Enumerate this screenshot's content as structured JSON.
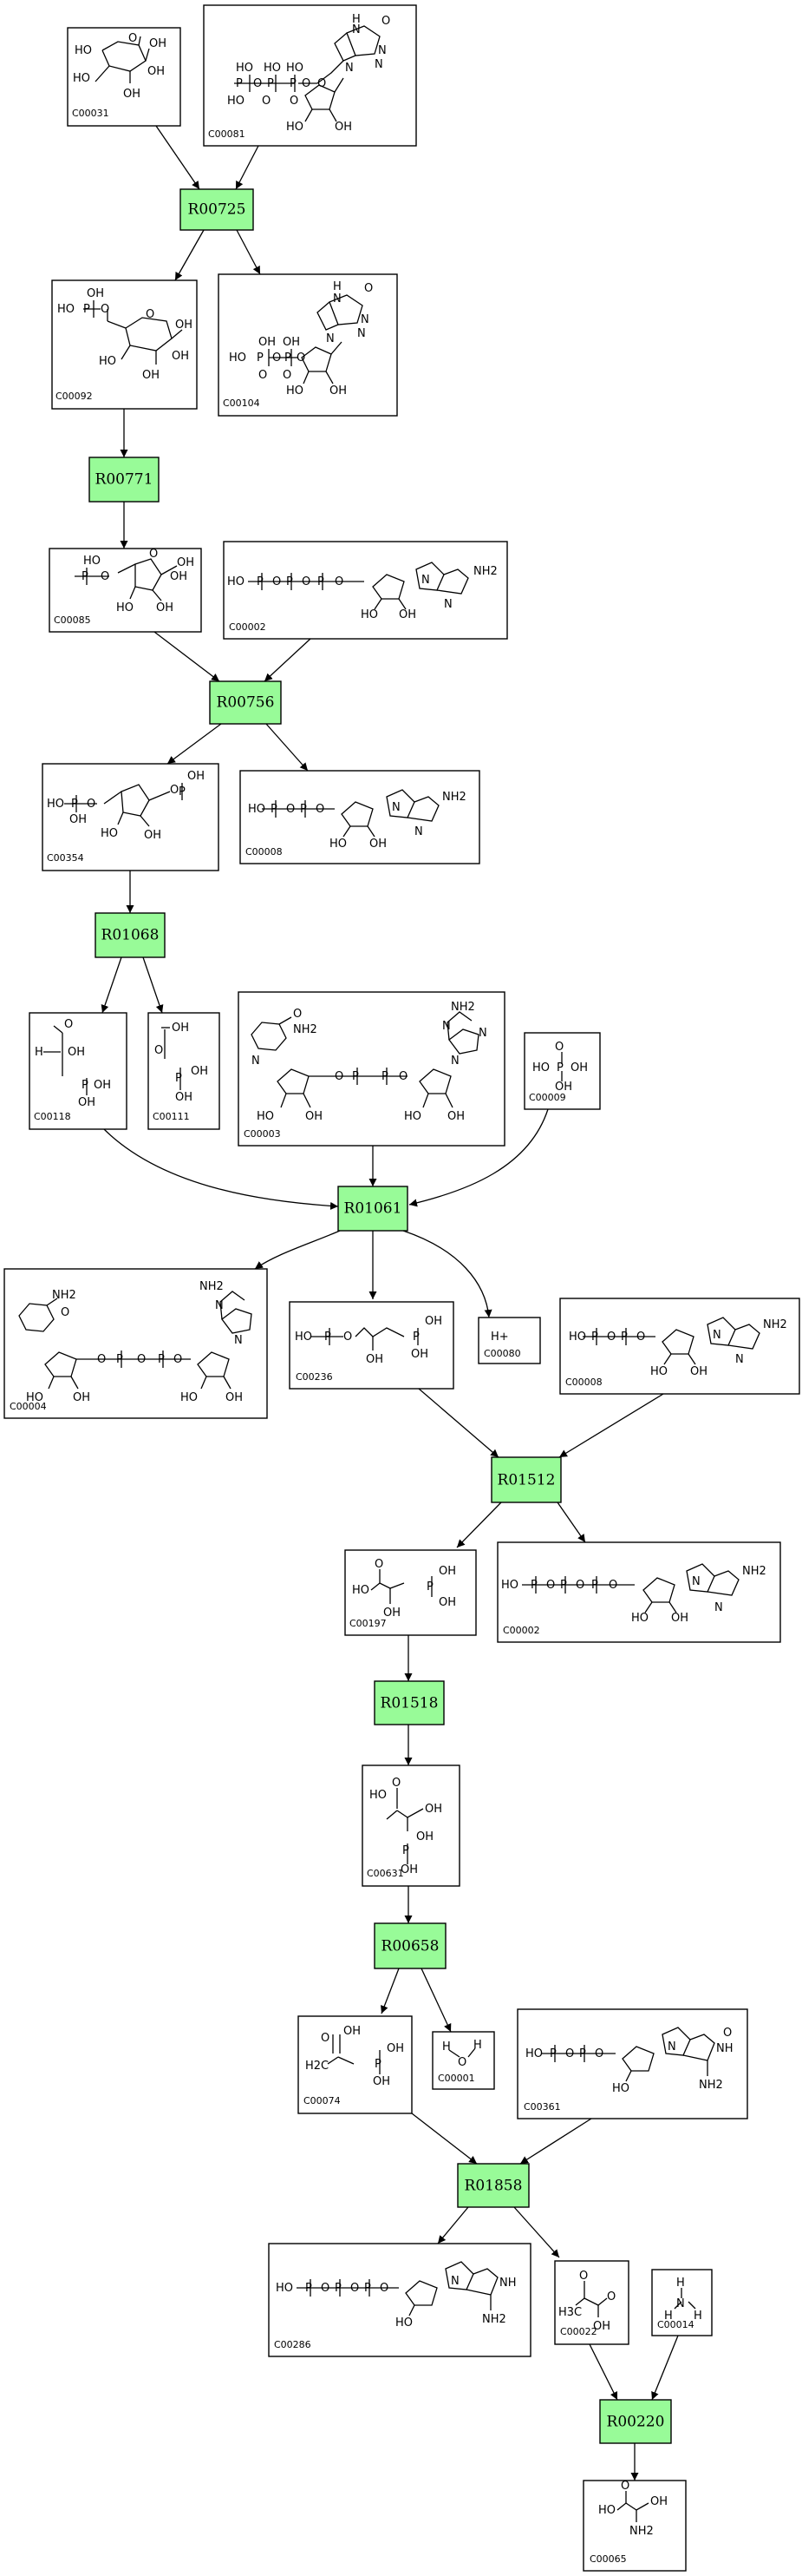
{
  "compounds": {
    "C00031": {
      "id": "C00031",
      "atoms": [
        "HO",
        "O",
        "OH",
        "HO",
        "OH",
        "OH"
      ]
    },
    "C00081": {
      "id": "C00081",
      "atoms": [
        "H",
        "N",
        "O",
        "N",
        "N",
        "N",
        "HO",
        "P",
        "HO",
        "O",
        "HO",
        "P",
        "O",
        "HO",
        "P",
        "O",
        "O",
        "O",
        "HO",
        "OH"
      ]
    },
    "C00092": {
      "id": "C00092",
      "atoms": [
        "OH",
        "HO",
        "P",
        "O",
        "O",
        "OH",
        "HO",
        "OH",
        "OH"
      ]
    },
    "C00104": {
      "id": "C00104",
      "atoms": [
        "H",
        "N",
        "O",
        "N",
        "N",
        "N",
        "OH",
        "HO",
        "P",
        "O",
        "OH",
        "P",
        "O",
        "O",
        "O",
        "HO",
        "OH"
      ]
    },
    "C00085": {
      "id": "C00085",
      "atoms": [
        "HO",
        "P",
        "O",
        "O",
        "OH",
        "OH",
        "HO",
        "OH"
      ]
    },
    "C00002": {
      "id": "C00002",
      "atoms": [
        "HO",
        "P",
        "O",
        "P",
        "O",
        "P",
        "O",
        "NH2",
        "N",
        "N",
        "HO",
        "OH"
      ]
    },
    "C00354": {
      "id": "C00354",
      "atoms": [
        "HO",
        "P",
        "O",
        "O",
        "P",
        "OH",
        "OH",
        "OH",
        "HO"
      ]
    },
    "C00008": {
      "id": "C00008",
      "atoms": [
        "HO",
        "P",
        "O",
        "P",
        "O",
        "NH2",
        "N",
        "N",
        "HO",
        "OH"
      ]
    },
    "C00118": {
      "id": "C00118",
      "atoms": [
        "H",
        "O",
        "OH",
        "P",
        "OH",
        "OH"
      ]
    },
    "C00111": {
      "id": "C00111",
      "atoms": [
        "OH",
        "O",
        "P",
        "OH",
        "OH"
      ]
    },
    "C00003": {
      "id": "C00003",
      "atoms": [
        "NH2",
        "O",
        "NH2",
        "N",
        "N",
        "N",
        "N",
        "HO",
        "OH",
        "O",
        "P",
        "P",
        "O",
        "HO",
        "OH"
      ]
    },
    "C00009": {
      "id": "C00009",
      "atoms": [
        "O",
        "HO",
        "P",
        "OH",
        "OH"
      ]
    },
    "C00004": {
      "id": "C00004",
      "atoms": [
        "NH2",
        "O",
        "NH2",
        "N",
        "N",
        "O",
        "P",
        "O",
        "P",
        "O",
        "HO",
        "OH",
        "HO",
        "OH"
      ]
    },
    "C00236": {
      "id": "C00236",
      "atoms": [
        "HO",
        "P",
        "O",
        "OH",
        "P",
        "OH",
        "OH"
      ]
    },
    "C00080": {
      "id": "C00080",
      "atoms": [
        "H+"
      ]
    },
    "C00197": {
      "id": "C00197",
      "atoms": [
        "HO",
        "O",
        "OH",
        "P",
        "OH",
        "OH"
      ]
    },
    "C00631": {
      "id": "C00631",
      "atoms": [
        "HO",
        "O",
        "OH",
        "P",
        "OH",
        "OH"
      ]
    },
    "C00074": {
      "id": "C00074",
      "atoms": [
        "OH",
        "O",
        "P",
        "OH",
        "OH",
        "H2C"
      ]
    },
    "C00001": {
      "id": "C00001",
      "atoms": [
        "H",
        "O",
        "H"
      ]
    },
    "C00361": {
      "id": "C00361",
      "atoms": [
        "HO",
        "P",
        "O",
        "P",
        "O",
        "O",
        "NH",
        "N",
        "NH2",
        "HO"
      ]
    },
    "C00286": {
      "id": "C00286",
      "atoms": [
        "HO",
        "P",
        "O",
        "P",
        "O",
        "P",
        "O",
        "NH",
        "N",
        "NH2",
        "HO"
      ]
    },
    "C00022": {
      "id": "C00022",
      "atoms": [
        "O",
        "H3C",
        "OH",
        "O"
      ]
    },
    "C00014": {
      "id": "C00014",
      "atoms": [
        "H",
        "N",
        "H",
        "H"
      ]
    },
    "C00065": {
      "id": "C00065",
      "atoms": [
        "HO",
        "O",
        "NH2",
        "OH"
      ]
    }
  },
  "reactions": [
    "R00725",
    "R00771",
    "R00756",
    "R01068",
    "R01061",
    "R01512",
    "R01518",
    "R00658",
    "R01858",
    "R00220"
  ],
  "colors": {
    "reaction_fill": "#98fb98",
    "compound_fill": "#ffffff",
    "stroke": "#000000"
  }
}
